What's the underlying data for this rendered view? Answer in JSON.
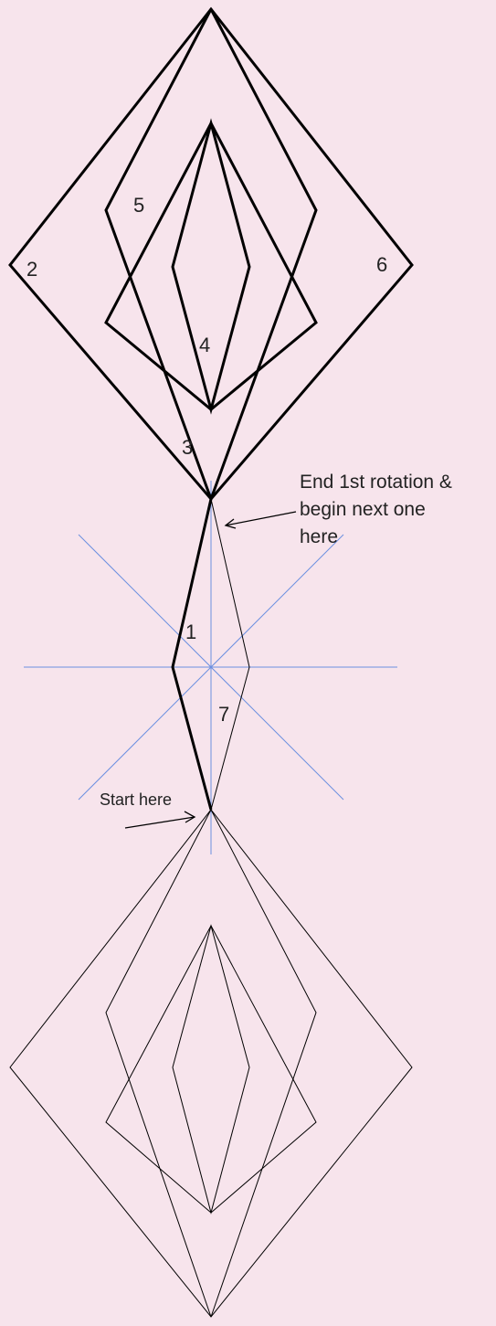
{
  "labels": {
    "n1": "1",
    "n2": "2",
    "n3": "3",
    "n4": "4",
    "n5": "5",
    "n6": "6",
    "n7": "7"
  },
  "annotations": {
    "end_line1": "End 1st rotation &",
    "end_line2": "begin next one",
    "end_line3": "here",
    "start": "Start here"
  },
  "colors": {
    "background": "#f7e4ec",
    "stroke": "#000000",
    "guide_axes": "#6b8fe0"
  }
}
